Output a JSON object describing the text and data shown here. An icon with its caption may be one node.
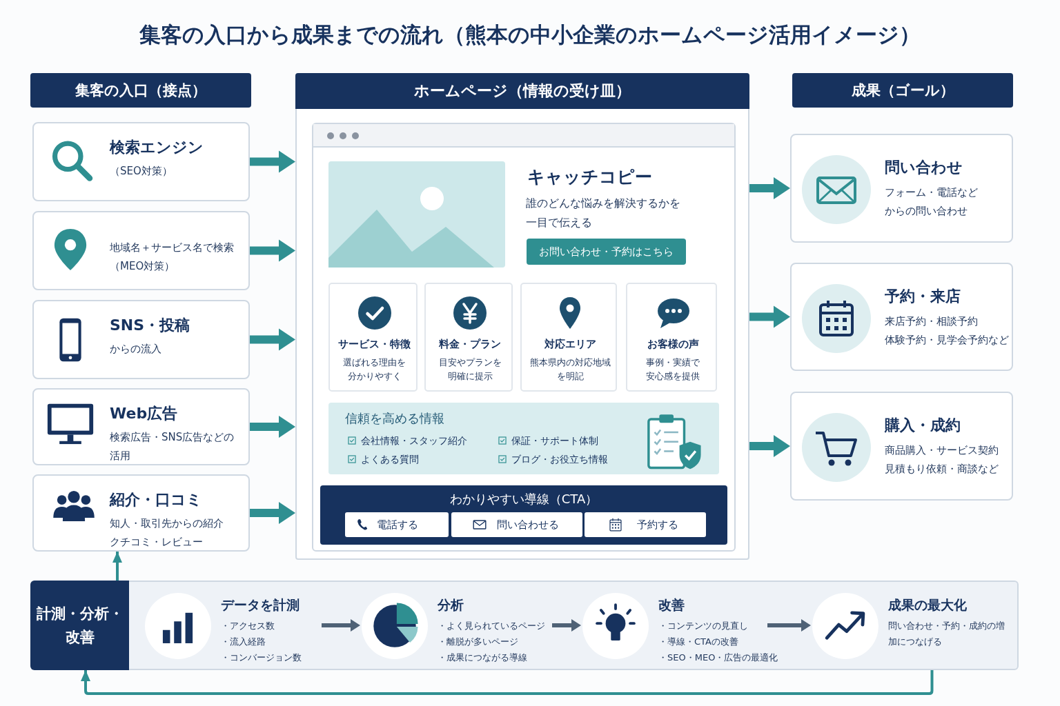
{
  "diagram": {
    "title": "集客の入口から成果までの流れ（熊本の中小企業のホームページ活用イメージ）",
    "nodes": [
      {
        "text": [
          "集客の入口（接点）"
        ]
      },
      {
        "text": [
          "検索エンジン",
          "（SEO対策）"
        ]
      },
      {
        "text": [
          "地域名＋サービス名で検索（MEO対策）"
        ]
      },
      {
        "text": [
          "SNS・投稿",
          "からの流入"
        ]
      },
      {
        "text": [
          "Web広告",
          "検索広告・SNS広告などの活用"
        ]
      },
      {
        "text": [
          "紹介・口コミ",
          "知人・取引先からの紹介",
          "クチコミ・レビュー"
        ]
      },
      {
        "text": [
          "ホームページ（情報の受け皿）"
        ]
      },
      {
        "text": [
          "お問い合わせ・予約はこちら"
        ],
        "in": 6
      },
      {
        "text": [
          "サービス・特徴",
          "選ばれる理由を分かりやすく"
        ],
        "in": 6
      },
      {
        "text": [
          "料金・プラン",
          "目安やプランを明確に提示"
        ],
        "in": 6
      },
      {
        "text": [
          "対応エリア",
          "熊本県内の対応地域を明記"
        ],
        "in": 6
      },
      {
        "text": [
          "お客様の声",
          "事例・実績で安心感を提供"
        ],
        "in": 6
      },
      {
        "text": [
          "信頼を高める情報",
          "会社情報・スタッフ紹介",
          "保証・サポート体制",
          "よくある質問",
          "ブログ・お役立ち情報"
        ],
        "in": 6
      },
      {
        "text": [
          "わかりやすい導線（CTA）"
        ],
        "in": 6
      },
      {
        "text": [
          "電話する"
        ],
        "in": 13
      },
      {
        "text": [
          "問い合わせる"
        ],
        "in": 13
      },
      {
        "text": [
          "予約する"
        ],
        "in": 13
      },
      {
        "text": [
          "成果（ゴール）"
        ]
      },
      {
        "text": [
          "問い合わせ",
          "フォーム・電話などからの問い合わせ"
        ]
      },
      {
        "text": [
          "予約・来店",
          "来店予約・相談予約",
          "体験予約・見学会予約など"
        ]
      },
      {
        "text": [
          "購入・成約",
          "商品購入・サービス契約",
          "見積もり依頼・商談など"
        ]
      },
      {
        "text": [
          "計測・分析・改善"
        ]
      },
      {
        "text": [
          "データを計測",
          "・アクセス数",
          "・流入経路",
          "・コンバージョン数"
        ],
        "in": 21
      },
      {
        "text": [
          "分析",
          "・よく見られているページ",
          "・離脱が多いページ",
          "・成果につながる導線"
        ],
        "in": 21
      },
      {
        "text": [
          "改善",
          "・コンテンツの見直し",
          "・導線・CTAの改善",
          "・SEO・MEO・広告の最適化"
        ],
        "in": 21
      },
      {
        "text": [
          "成果の最大化",
          "問い合わせ・予約・成約の増加につなげる"
        ],
        "in": 21
      }
    ],
    "edges": [
      {
        "from": 1,
        "to": 6,
        "arrow": "to"
      },
      {
        "from": 2,
        "to": 6,
        "arrow": "to"
      },
      {
        "from": 3,
        "to": 6,
        "arrow": "to"
      },
      {
        "from": 4,
        "to": 6,
        "arrow": "to"
      },
      {
        "from": 5,
        "to": 6,
        "arrow": "to"
      },
      {
        "from": 6,
        "to": 18,
        "arrow": "to"
      },
      {
        "from": 6,
        "to": 19,
        "arrow": "to"
      },
      {
        "from": 6,
        "to": 20,
        "arrow": "to"
      },
      {
        "from": 22,
        "to": 23,
        "arrow": "to"
      },
      {
        "from": 23,
        "to": 24,
        "arrow": "to"
      },
      {
        "from": 24,
        "to": 25,
        "arrow": "to"
      },
      {
        "from": 25,
        "to": 21,
        "arrow": "to"
      },
      {
        "from": 21,
        "to": 5,
        "arrow": "to"
      }
    ],
    "labels": [
      "キャッチコピー",
      "誰のどんな悩みを解決するかを一目で伝える"
    ]
  }
}
